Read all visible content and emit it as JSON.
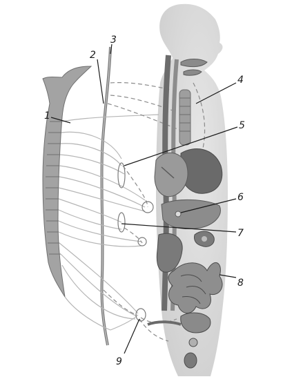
{
  "labels": [
    {
      "id": "1",
      "text": "1"
    },
    {
      "id": "2",
      "text": "2"
    },
    {
      "id": "3",
      "text": "3"
    },
    {
      "id": "4",
      "text": "4"
    },
    {
      "id": "5",
      "text": "5"
    },
    {
      "id": "6",
      "text": "6"
    },
    {
      "id": "7",
      "text": "7"
    },
    {
      "id": "8",
      "text": "8"
    },
    {
      "id": "9",
      "text": "9"
    }
  ],
  "colors": {
    "body_silhouette": "#d9d9d9",
    "organ_fill": "#8a8a8a",
    "organ_dark": "#5a5a5a",
    "spinal_column": "#9a9a9a",
    "sympathetic_trunk": "#7a7a7a",
    "nerve_lines": "#b5b5b5",
    "ink": "#1a1a1a"
  }
}
